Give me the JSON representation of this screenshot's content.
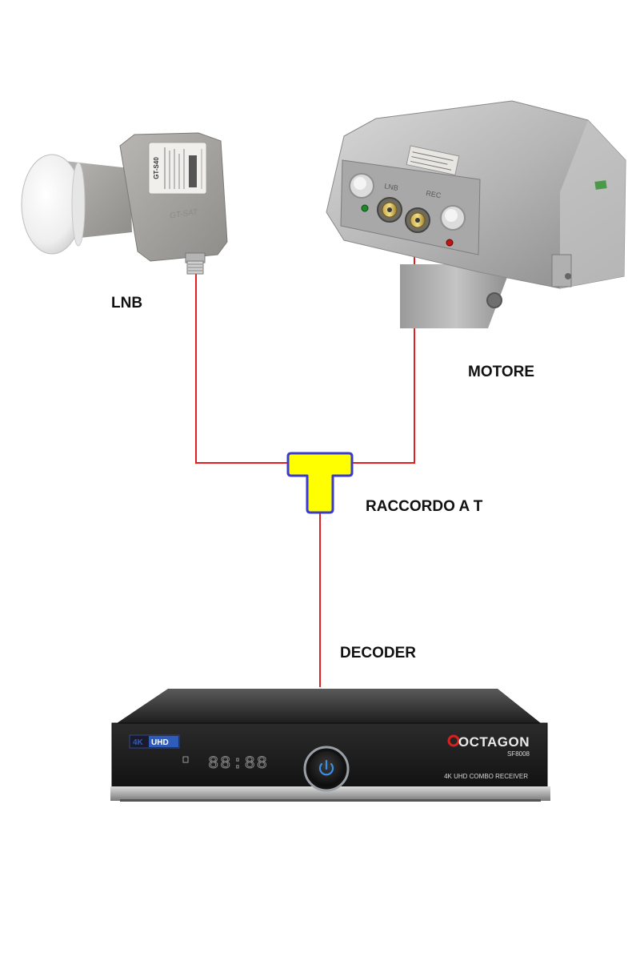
{
  "labels": {
    "lnb": "LNB",
    "motor": "MOTORE",
    "tee": "RACCORDO A T",
    "decoder": "DECODER"
  },
  "lnb_device": {
    "model_sticker": "GT-S40",
    "brand_mark": "GT-SAT"
  },
  "motor_device": {
    "port_lnb": "LNB",
    "port_rec": "REC"
  },
  "decoder_device": {
    "badge_4k": "4K",
    "badge_uhd": "UHD",
    "display_digits": "88:88",
    "brand": "OCTAGON",
    "model": "SF8008",
    "subtitle": "4K UHD COMBO RECEIVER"
  },
  "colors": {
    "cable": "#e02020",
    "tee_fill": "#ffff00",
    "tee_stroke": "#3a3ad0",
    "device_grey": "#a9a9a9",
    "decoder_body": "#2a2a2a"
  }
}
